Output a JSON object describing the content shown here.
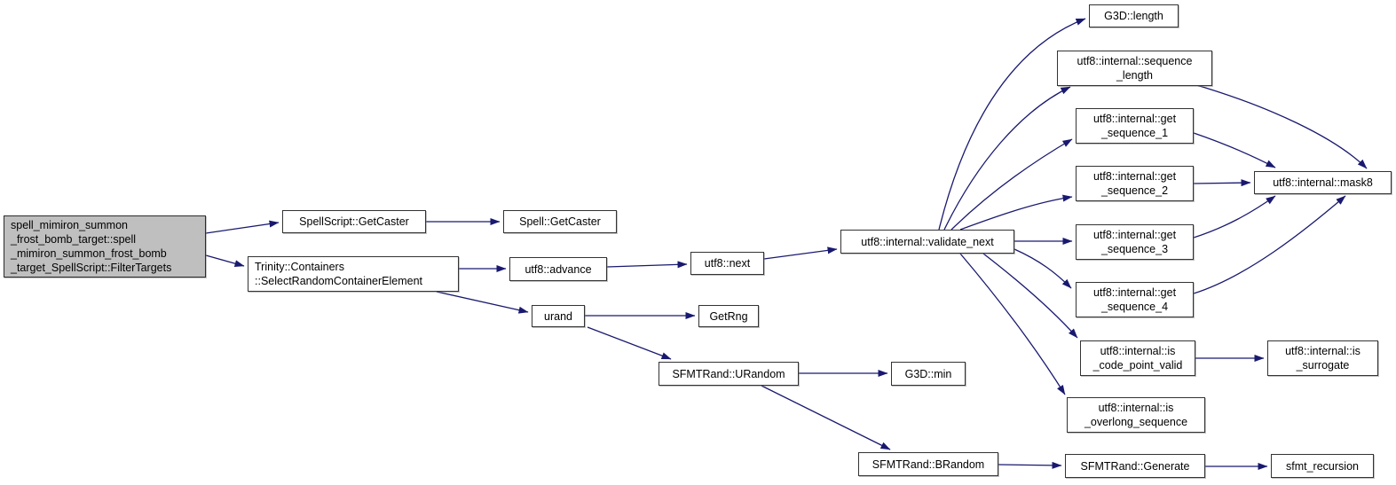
{
  "diagram_type": "doxygen-call-graph",
  "colors": {
    "edge": "#191970",
    "node_border": "#333333",
    "node_fill": "#ffffff",
    "highlight_fill": "#bfbfbf",
    "text": "#000000"
  },
  "nodes": [
    {
      "id": "filter_targets",
      "label": "spell_mimiron_summon\n_frost_bomb_target::spell\n_mimiron_summon_frost_bomb\n_target_SpellScript::FilterTargets",
      "highlighted": true
    },
    {
      "id": "spellscript_getcaster",
      "label": "SpellScript::GetCaster"
    },
    {
      "id": "spell_getcaster",
      "label": "Spell::GetCaster"
    },
    {
      "id": "select_random_container_element",
      "label": "Trinity::Containers\n::SelectRandomContainerElement"
    },
    {
      "id": "utf8_advance",
      "label": "utf8::advance"
    },
    {
      "id": "utf8_next",
      "label": "utf8::next"
    },
    {
      "id": "urand",
      "label": "urand"
    },
    {
      "id": "getrng",
      "label": "GetRng"
    },
    {
      "id": "sfmtrand_urandom",
      "label": "SFMTRand::URandom"
    },
    {
      "id": "g3d_min",
      "label": "G3D::min"
    },
    {
      "id": "sfmtrand_brandom",
      "label": "SFMTRand::BRandom"
    },
    {
      "id": "sfmtrand_generate",
      "label": "SFMTRand::Generate"
    },
    {
      "id": "sfmt_recursion",
      "label": "sfmt_recursion"
    },
    {
      "id": "validate_next",
      "label": "utf8::internal::validate_next"
    },
    {
      "id": "g3d_length",
      "label": "G3D::length"
    },
    {
      "id": "sequence_length",
      "label": "utf8::internal::sequence\n_length"
    },
    {
      "id": "get_sequence_1",
      "label": "utf8::internal::get\n_sequence_1"
    },
    {
      "id": "get_sequence_2",
      "label": "utf8::internal::get\n_sequence_2"
    },
    {
      "id": "mask8",
      "label": "utf8::internal::mask8"
    },
    {
      "id": "get_sequence_3",
      "label": "utf8::internal::get\n_sequence_3"
    },
    {
      "id": "get_sequence_4",
      "label": "utf8::internal::get\n_sequence_4"
    },
    {
      "id": "is_code_point_valid",
      "label": "utf8::internal::is\n_code_point_valid"
    },
    {
      "id": "is_surrogate",
      "label": "utf8::internal::is\n_surrogate"
    },
    {
      "id": "is_overlong_sequence",
      "label": "utf8::internal::is\n_overlong_sequence"
    }
  ],
  "edges": [
    {
      "from": "filter_targets",
      "to": "spellscript_getcaster"
    },
    {
      "from": "filter_targets",
      "to": "select_random_container_element"
    },
    {
      "from": "spellscript_getcaster",
      "to": "spell_getcaster"
    },
    {
      "from": "select_random_container_element",
      "to": "utf8_advance"
    },
    {
      "from": "select_random_container_element",
      "to": "urand"
    },
    {
      "from": "utf8_advance",
      "to": "utf8_next"
    },
    {
      "from": "utf8_next",
      "to": "validate_next"
    },
    {
      "from": "urand",
      "to": "getrng"
    },
    {
      "from": "urand",
      "to": "sfmtrand_urandom"
    },
    {
      "from": "sfmtrand_urandom",
      "to": "g3d_min"
    },
    {
      "from": "sfmtrand_urandom",
      "to": "sfmtrand_brandom"
    },
    {
      "from": "sfmtrand_brandom",
      "to": "sfmtrand_generate"
    },
    {
      "from": "sfmtrand_generate",
      "to": "sfmt_recursion"
    },
    {
      "from": "validate_next",
      "to": "g3d_length"
    },
    {
      "from": "validate_next",
      "to": "sequence_length"
    },
    {
      "from": "validate_next",
      "to": "get_sequence_1"
    },
    {
      "from": "validate_next",
      "to": "get_sequence_2"
    },
    {
      "from": "validate_next",
      "to": "get_sequence_3"
    },
    {
      "from": "validate_next",
      "to": "get_sequence_4"
    },
    {
      "from": "validate_next",
      "to": "is_code_point_valid"
    },
    {
      "from": "validate_next",
      "to": "is_overlong_sequence"
    },
    {
      "from": "sequence_length",
      "to": "mask8"
    },
    {
      "from": "get_sequence_1",
      "to": "mask8"
    },
    {
      "from": "get_sequence_2",
      "to": "mask8"
    },
    {
      "from": "get_sequence_3",
      "to": "mask8"
    },
    {
      "from": "get_sequence_4",
      "to": "mask8"
    },
    {
      "from": "is_code_point_valid",
      "to": "is_surrogate"
    }
  ]
}
